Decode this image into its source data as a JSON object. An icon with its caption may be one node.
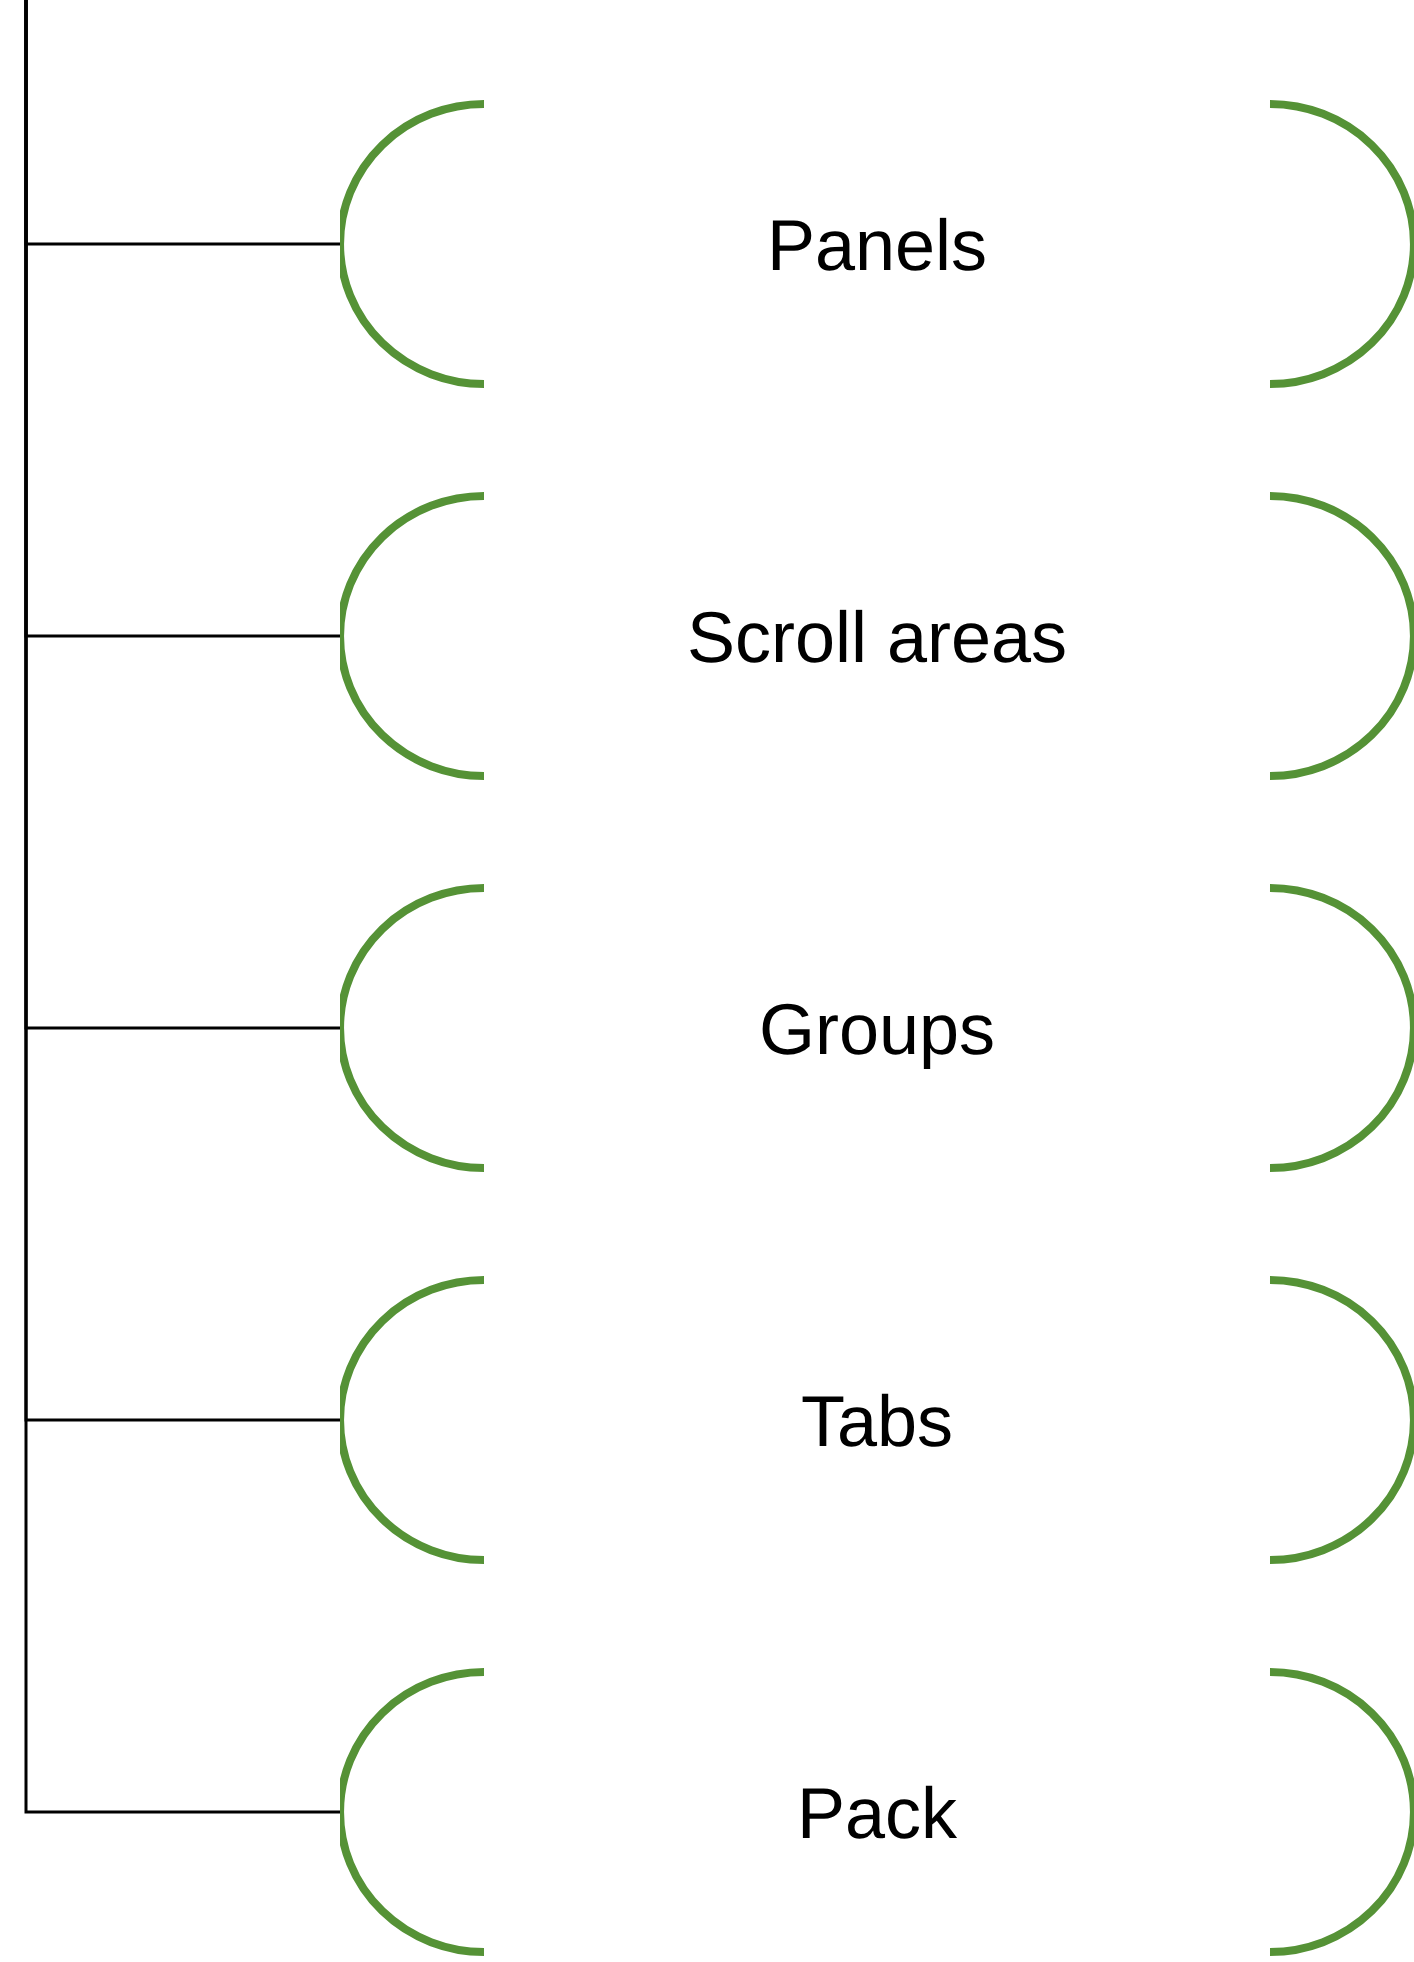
{
  "diagram": {
    "nodes": [
      {
        "text": [
          "Panels"
        ]
      },
      {
        "text": [
          "Scroll areas"
        ]
      },
      {
        "text": [
          "Groups"
        ]
      },
      {
        "text": [
          "Tabs"
        ]
      },
      {
        "text": [
          "Pack"
        ]
      }
    ],
    "edges": [
      {
        "from": null,
        "to": 0,
        "arrow": "none"
      },
      {
        "from": null,
        "to": 1,
        "arrow": "none"
      },
      {
        "from": null,
        "to": 2,
        "arrow": "none"
      },
      {
        "from": null,
        "to": 3,
        "arrow": "none"
      },
      {
        "from": null,
        "to": 4,
        "arrow": "none"
      }
    ]
  }
}
